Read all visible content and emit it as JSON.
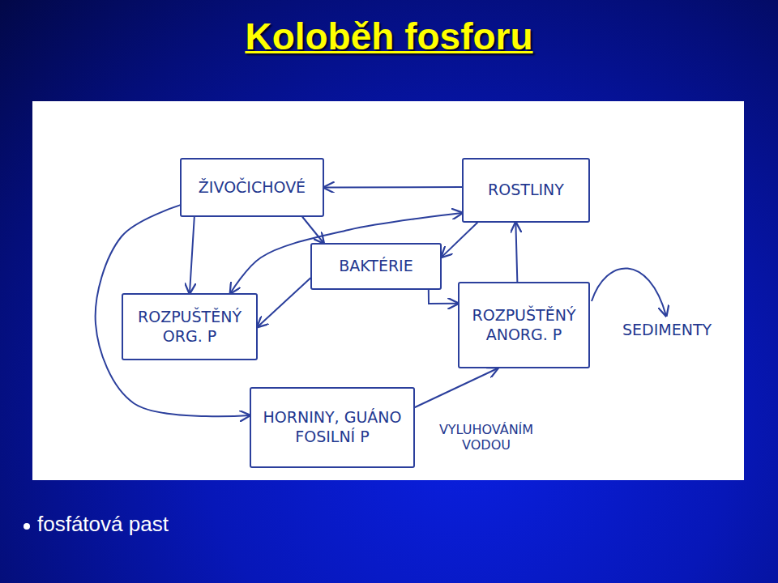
{
  "diagram": {
    "title": "Koloběh fosforu",
    "nodes": [
      {
        "text": [
          "ŽIVOČICHOVÉ"
        ]
      },
      {
        "text": [
          "ROSTLINY"
        ]
      },
      {
        "text": [
          "BAKTÉRIE"
        ]
      },
      {
        "text": [
          "ROZPUŠTĚNÝ ORG. P"
        ]
      },
      {
        "text": [
          "ROZPUŠTĚNÝ ANORG. P"
        ]
      },
      {
        "text": [
          "HORNINY, GUÁNO FOSILNÍ P"
        ]
      }
    ],
    "edges": [
      {
        "from": 1,
        "to": 0,
        "arrow": "to"
      },
      {
        "from": 0,
        "to": 3,
        "arrow": "to"
      },
      {
        "from": 0,
        "to": 2,
        "arrow": "to"
      },
      {
        "from": 0,
        "to": 5,
        "arrow": "to"
      },
      {
        "from": 3,
        "to": 1,
        "arrow": "both"
      },
      {
        "from": 2,
        "to": 3,
        "arrow": "to"
      },
      {
        "from": 1,
        "to": 2,
        "arrow": "to"
      },
      {
        "from": 2,
        "to": 4,
        "arrow": "to"
      },
      {
        "from": 4,
        "to": 1,
        "arrow": "to"
      },
      {
        "from": 5,
        "to": 4,
        "label": "VYLUHOVÁNÍM VODOU",
        "arrow": "to"
      }
    ],
    "labels": [
      "SEDIMENTY",
      "fosfátová past"
    ]
  }
}
